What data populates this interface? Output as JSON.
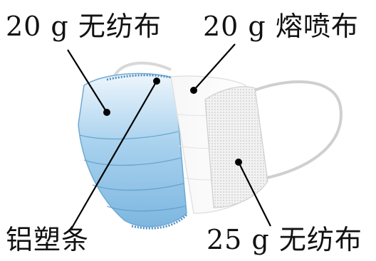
{
  "labels": {
    "top_left": "20 g 无纺布",
    "top_right": "20 g 熔喷布",
    "bottom_left": "铝塑条",
    "bottom_right": "25 g 无纺布"
  },
  "colors": {
    "outer_layer_blue": "#8fc3e6",
    "middle_layer": "#ffffff",
    "inner_mesh": "#e9e9e9",
    "leader_line": "#000000"
  },
  "icons": {
    "leader_dot": "filled-circle"
  }
}
